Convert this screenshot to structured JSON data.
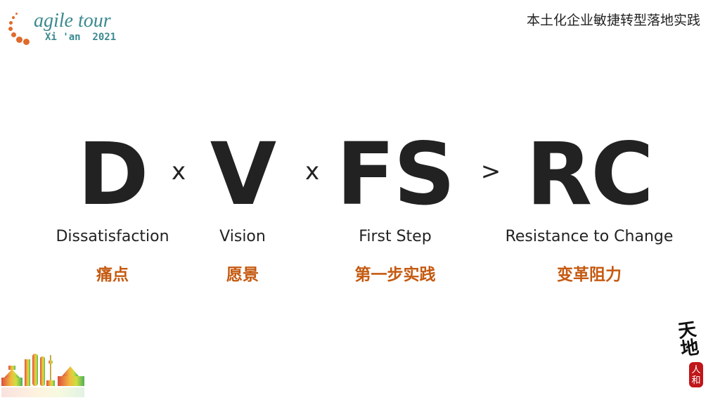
{
  "logo": {
    "title": "agile tour",
    "subtitle": "Xi 'an  2021"
  },
  "header": {
    "subtitle": "本土化企业敏捷转型落地实践"
  },
  "formula": {
    "terms": [
      {
        "symbol": "D",
        "english": "Dissatisfaction",
        "chinese": "痛点"
      },
      {
        "symbol": "V",
        "english": "Vision",
        "chinese": "愿景"
      },
      {
        "symbol": "FS",
        "english": "First Step",
        "chinese": "第一步实践"
      },
      {
        "symbol": "RC",
        "english": "Resistance to Change",
        "chinese": "变革阻力"
      }
    ],
    "operators": [
      "x",
      "x",
      ">"
    ]
  },
  "decor": {
    "calligraphy": "天地",
    "seal": "人和"
  },
  "colors": {
    "accent": "#c55a11",
    "logo": "#3a8a8f",
    "dots": "#e06a2c"
  }
}
